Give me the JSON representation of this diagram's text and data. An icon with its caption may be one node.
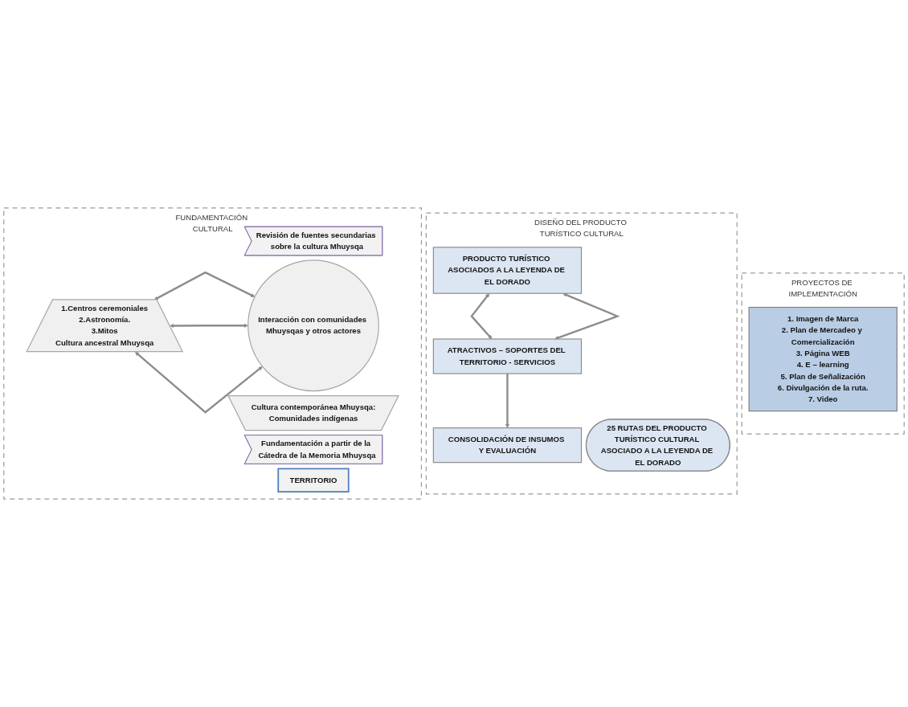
{
  "diagram": {
    "nodes": [
      {
        "text": [
          "FUNDAMENTACIÓN CULTURAL"
        ]
      },
      {
        "text": [
          "Revisión de fuentes secundarias sobre la cultura Mhuysqa"
        ],
        "in": 0
      },
      {
        "text": [
          "Cultura contemporánea Mhuysqa:",
          "Comunidades indígenas"
        ],
        "in": 0
      },
      {
        "text": [
          "Fundamentación a partir de la Cátedra de la Memoria Mhuysqa"
        ],
        "in": 0
      },
      {
        "text": [
          "TERRITORIO"
        ],
        "in": 0
      },
      {
        "text": [
          "1.Centros ceremoniales",
          "2.Astronomía.",
          "3.Mitos",
          "Cultura ancestral Mhuysqa"
        ],
        "in": 0
      },
      {
        "text": [
          "Interacción con comunidades Mhuysqas y otros actores"
        ],
        "in": 0
      },
      {
        "text": [
          "DISEÑO DEL PRODUCTO TURÍSTICO CULTURAL"
        ]
      },
      {
        "text": [
          "PRODUCTO TURÍSTICO ASOCIADOS A LA LEYENDA DE EL DORADO"
        ],
        "in": 7
      },
      {
        "text": [
          "ATRACTIVOS – SOPORTES DEL TERRITORIO - SERVICIOS"
        ],
        "in": 7
      },
      {
        "text": [
          "CONSOLIDACIÓN DE INSUMOS Y EVALUACIÓN"
        ],
        "in": 7
      },
      {
        "text": [
          "25 RUTAS DEL PRODUCTO TURÍSTICO CULTURAL ASOCIADO A LA LEYENDA DE EL DORADO"
        ],
        "in": 7
      },
      {
        "text": [
          "PROYECTOS DE IMPLEMENTACIÓN"
        ]
      },
      {
        "text": [
          "1. Imagen de Marca",
          "2. Plan de Mercadeo y Comercialización",
          "3. Página WEB",
          "4. E – learning",
          "5. Plan de Señalización",
          "6. Divulgación de la ruta.",
          "7. Video"
        ],
        "in": 12
      }
    ],
    "edges": [
      {
        "from": 5,
        "to": 6,
        "arrow": "both"
      },
      {
        "from": 5,
        "to": 6,
        "arrow": "both"
      },
      {
        "from": 5,
        "to": 6,
        "arrow": "both"
      },
      {
        "from": 8,
        "to": 9,
        "arrow": "both"
      },
      {
        "from": 8,
        "to": 9,
        "arrow": "both"
      },
      {
        "from": 9,
        "to": 10,
        "arrow": "to"
      }
    ]
  }
}
